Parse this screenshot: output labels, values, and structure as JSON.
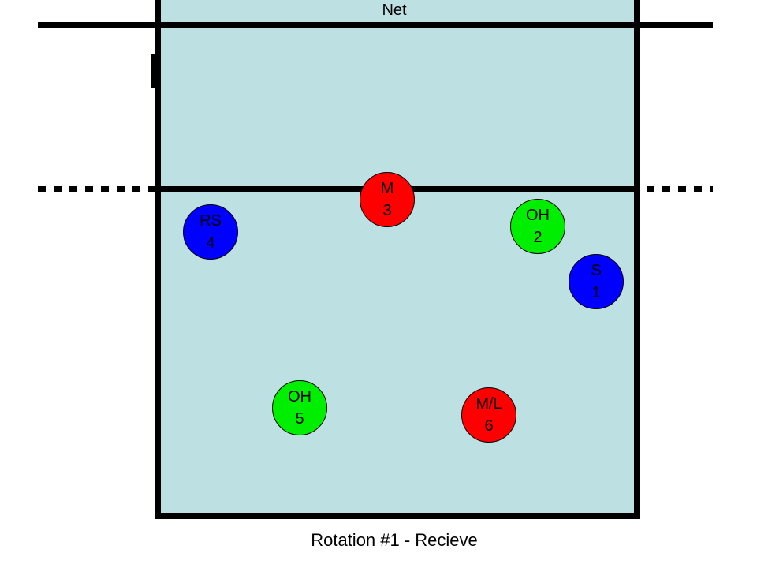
{
  "net_label": "Net",
  "caption": "Rotation #1 - Recieve",
  "colors": {
    "court": "#bde0e3",
    "lines": "#000000",
    "red": "#ff0000",
    "green": "#00ee00",
    "blue": "#0000ff"
  },
  "players": [
    {
      "id": "m-3",
      "role": "M",
      "number": "3",
      "color": "#ff0000"
    },
    {
      "id": "oh-2",
      "role": "OH",
      "number": "2",
      "color": "#00ee00"
    },
    {
      "id": "rs-4",
      "role": "RS",
      "number": "4",
      "color": "#0000ff"
    },
    {
      "id": "s-1",
      "role": "S",
      "number": "1",
      "color": "#0000ff"
    },
    {
      "id": "oh-5",
      "role": "OH",
      "number": "5",
      "color": "#00ee00"
    },
    {
      "id": "ml-6",
      "role": "M/L",
      "number": "6",
      "color": "#ff0000"
    }
  ]
}
